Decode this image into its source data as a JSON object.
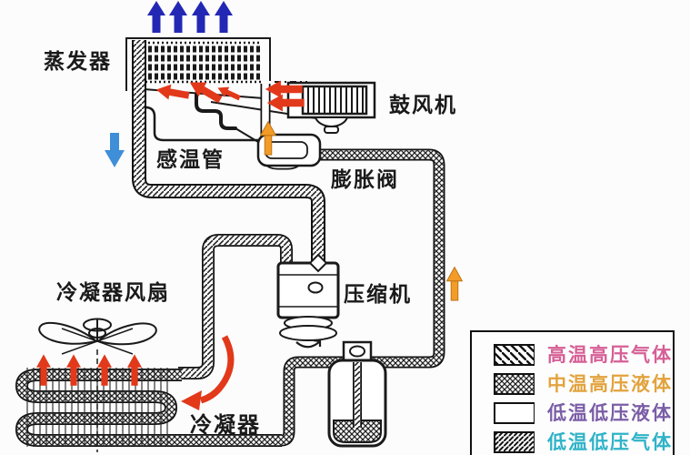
{
  "labels": {
    "evaporator": "蒸发器",
    "blower": "鼓风机",
    "sensing_tube": "感温管",
    "expansion_valve": "膨胀阀",
    "compressor": "压缩机",
    "condenser_fan": "冷凝器风扇",
    "condenser": "冷凝器"
  },
  "legend": {
    "items": [
      {
        "label": "高温高压气体",
        "color": "#d65f95",
        "pattern": "diagonal-wide"
      },
      {
        "label": "中温高压液体",
        "color": "#e2a33c",
        "pattern": "crosshatch"
      },
      {
        "label": "低温低压液体",
        "color": "#7a5da6",
        "pattern": "none"
      },
      {
        "label": "低温低压气体",
        "color": "#2fb3c7",
        "pattern": "diagonal-dense"
      }
    ]
  },
  "colors": {
    "cold_air_out": "#2328b4",
    "air_in": "#3f8ed8",
    "warm_air": "#e2391b",
    "refrigerant_flow": "#f29b27",
    "line_art": "#1a1a1a"
  }
}
